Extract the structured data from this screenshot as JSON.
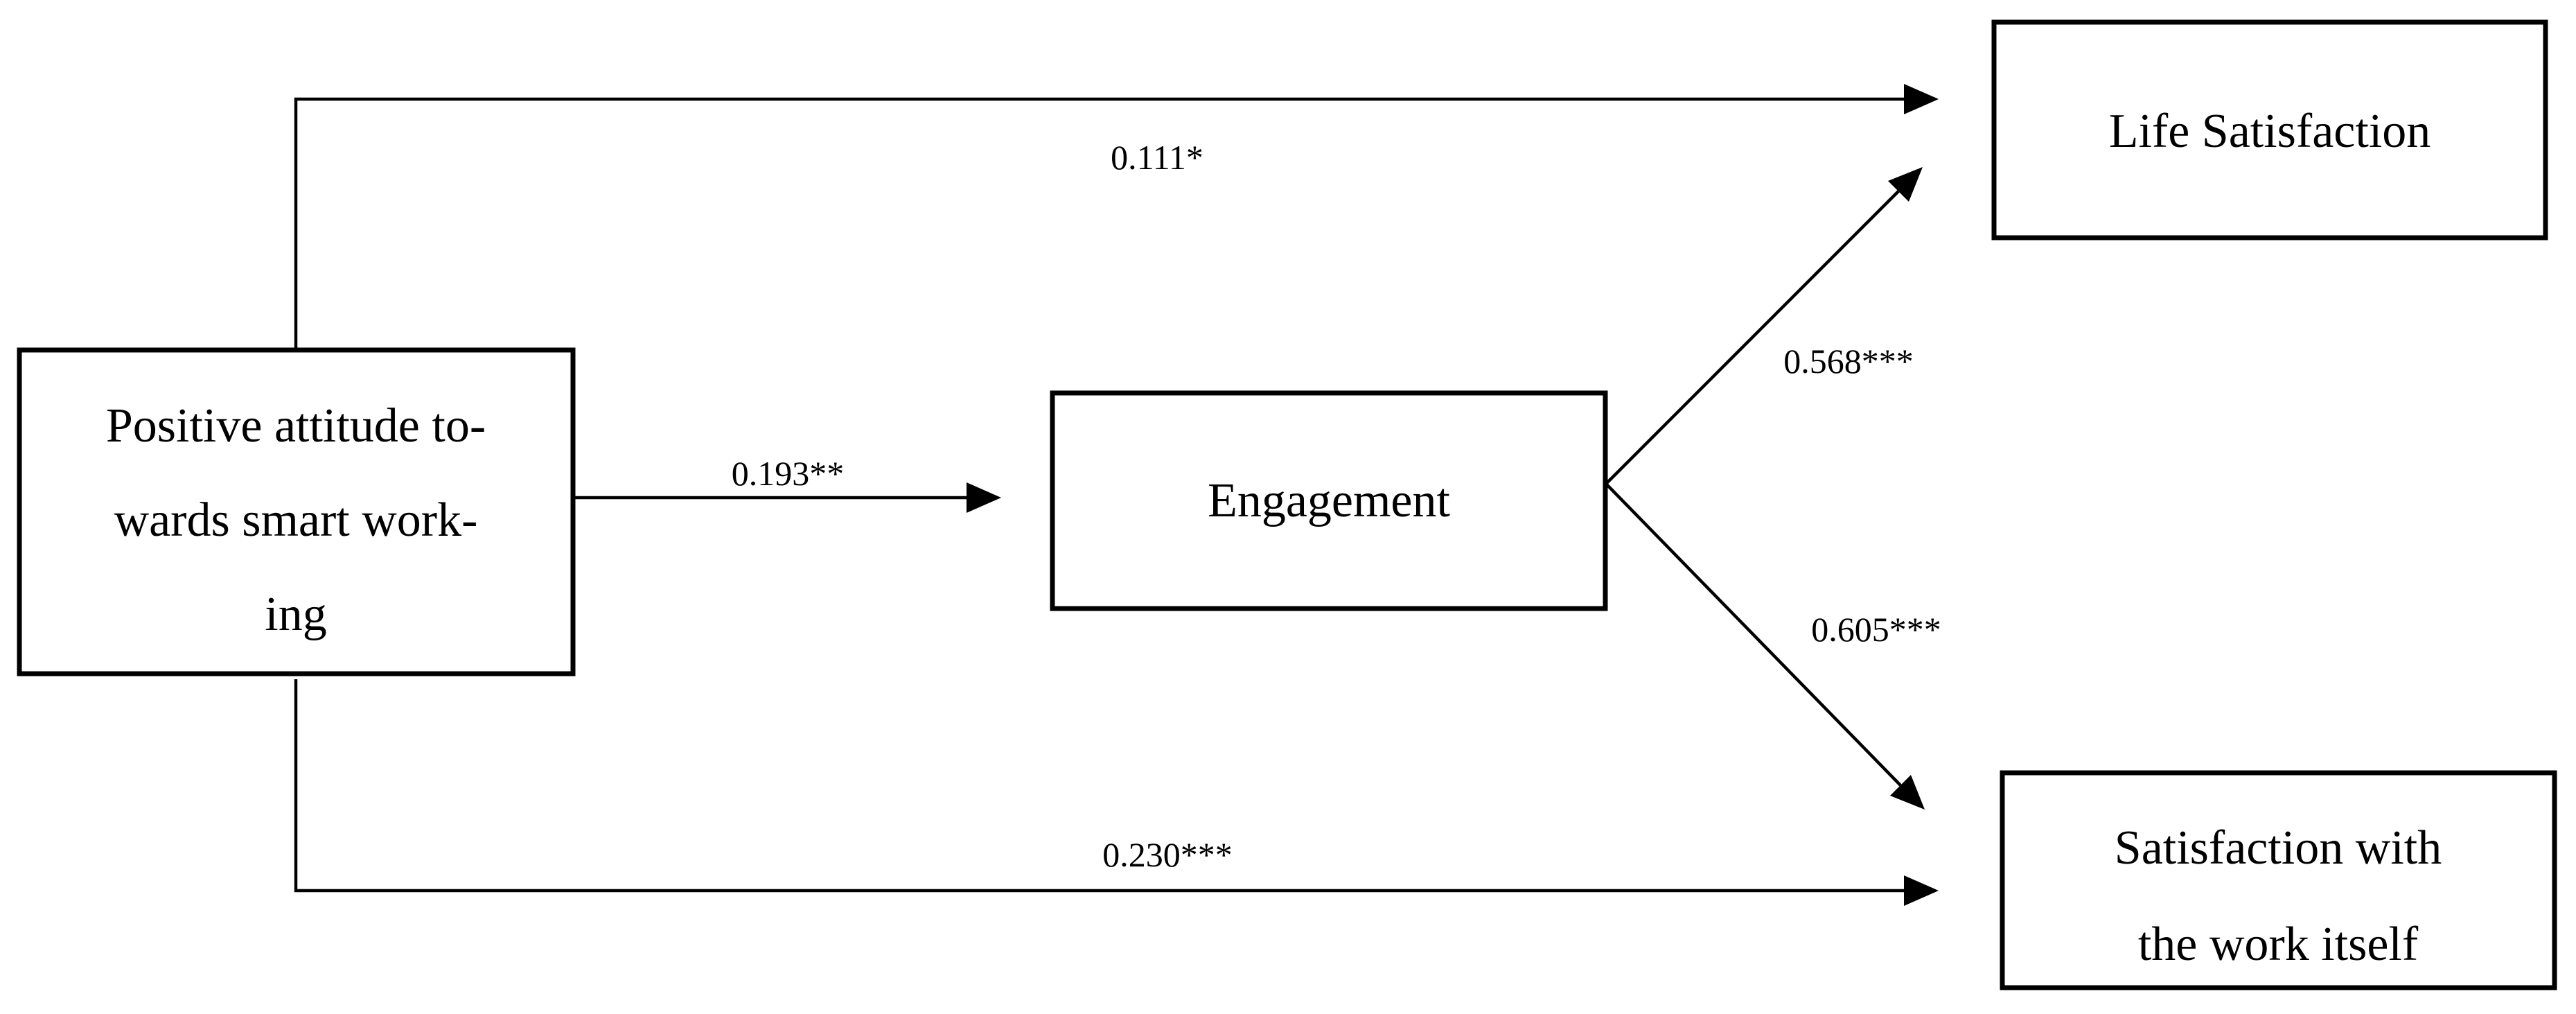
{
  "nodes": {
    "attitude": {
      "lines": [
        "Positive attitude to-",
        "wards smart work-",
        "ing"
      ]
    },
    "engagement": {
      "lines": [
        "Engagement"
      ]
    },
    "life_satisfaction": {
      "lines": [
        "Life Satisfaction"
      ]
    },
    "work_satisfaction": {
      "lines": [
        "Satisfaction with",
        "the work itself"
      ]
    }
  },
  "paths": {
    "attitude_to_life": {
      "from": "attitude",
      "to": "life_satisfaction",
      "coefficient": "0.111*"
    },
    "attitude_to_engagement": {
      "from": "attitude",
      "to": "engagement",
      "coefficient": "0.193**"
    },
    "engagement_to_life": {
      "from": "engagement",
      "to": "life_satisfaction",
      "coefficient": "0.568***"
    },
    "engagement_to_work": {
      "from": "engagement",
      "to": "work_satisfaction",
      "coefficient": "0.605***"
    },
    "attitude_to_work": {
      "from": "attitude",
      "to": "work_satisfaction",
      "coefficient": "0.230***"
    }
  }
}
